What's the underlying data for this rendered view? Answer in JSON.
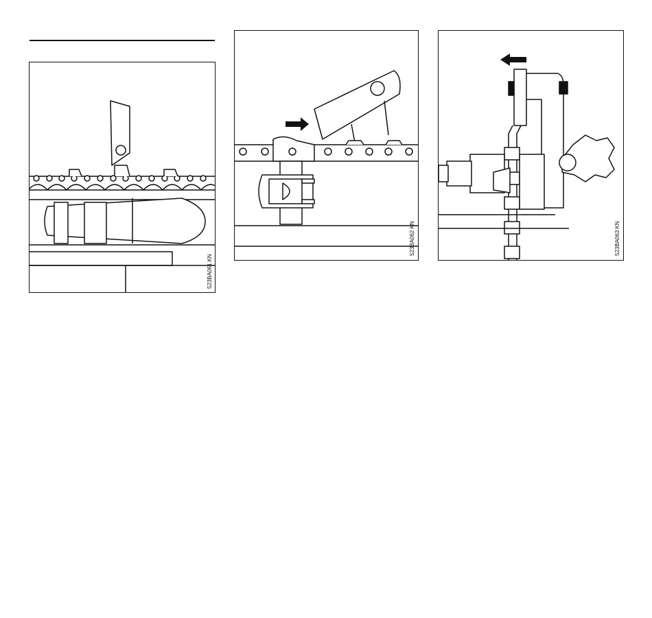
{
  "figures": [
    {
      "code": "523BA061 KN"
    },
    {
      "code": "523BA062 KN"
    },
    {
      "code": "523BA063 KN"
    }
  ],
  "colors": {
    "line": "#111111",
    "fill": "#ffffff"
  }
}
